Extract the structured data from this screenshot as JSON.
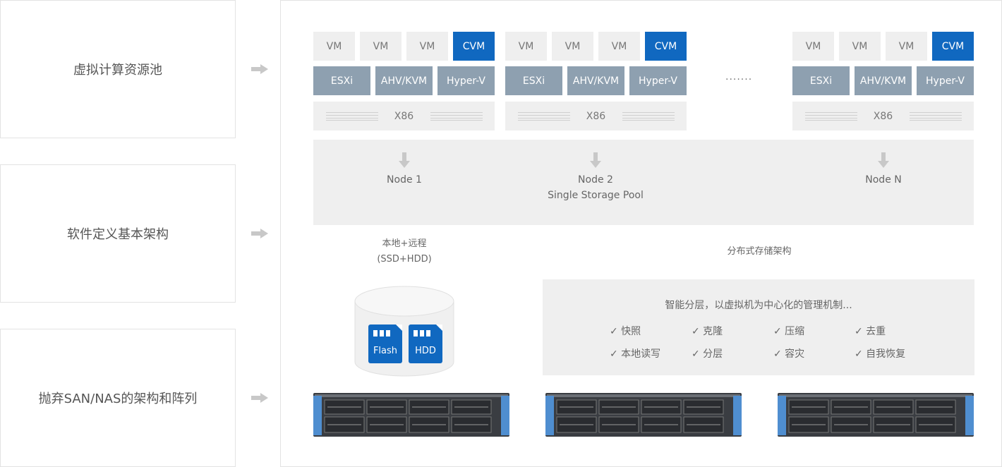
{
  "left_cards": [
    {
      "label": "虚拟计算资源池"
    },
    {
      "label": "软件定义基本架构"
    },
    {
      "label": "抛弃SAN/NAS的架构和阵列"
    }
  ],
  "stacks": [
    {
      "vms": [
        "VM",
        "VM",
        "VM",
        "CVM"
      ],
      "hypervisors": [
        "ESXi",
        "AHV/KVM",
        "Hyper-V"
      ],
      "hardware": "X86"
    },
    {
      "vms": [
        "VM",
        "VM",
        "VM",
        "CVM"
      ],
      "hypervisors": [
        "ESXi",
        "AHV/KVM",
        "Hyper-V"
      ],
      "hardware": "X86"
    },
    {
      "vms": [
        "VM",
        "VM",
        "VM",
        "CVM"
      ],
      "hypervisors": [
        "ESXi",
        "AHV/KVM",
        "Hyper-V"
      ],
      "hardware": "X86"
    }
  ],
  "ellipsis": "·······",
  "pool": {
    "nodes": [
      {
        "label": "Node 1",
        "sub": ""
      },
      {
        "label": "Node 2",
        "sub": "Single Storage Pool"
      },
      {
        "label": "Node N",
        "sub": ""
      }
    ]
  },
  "local_storage": {
    "line1": "本地+远程",
    "line2": "(SSD+HDD)"
  },
  "distributed": {
    "caption": "分布式存储架构",
    "title": "智能分层，以虚拟机为中心化的管理机制..."
  },
  "features": [
    "✓ 快照",
    "✓ 克隆",
    "✓ 压缩",
    "✓ 去重",
    "✓ 本地读写",
    "✓ 分层",
    "✓ 容灾",
    "✓ 自我恢复"
  ],
  "disks": [
    {
      "label": "Flash"
    },
    {
      "label": "HDD"
    }
  ],
  "colors": {
    "accent": "#1068c0",
    "hypervisor": "#8ea0b0",
    "panel": "#efefef",
    "arrow": "#c8c8c8"
  }
}
